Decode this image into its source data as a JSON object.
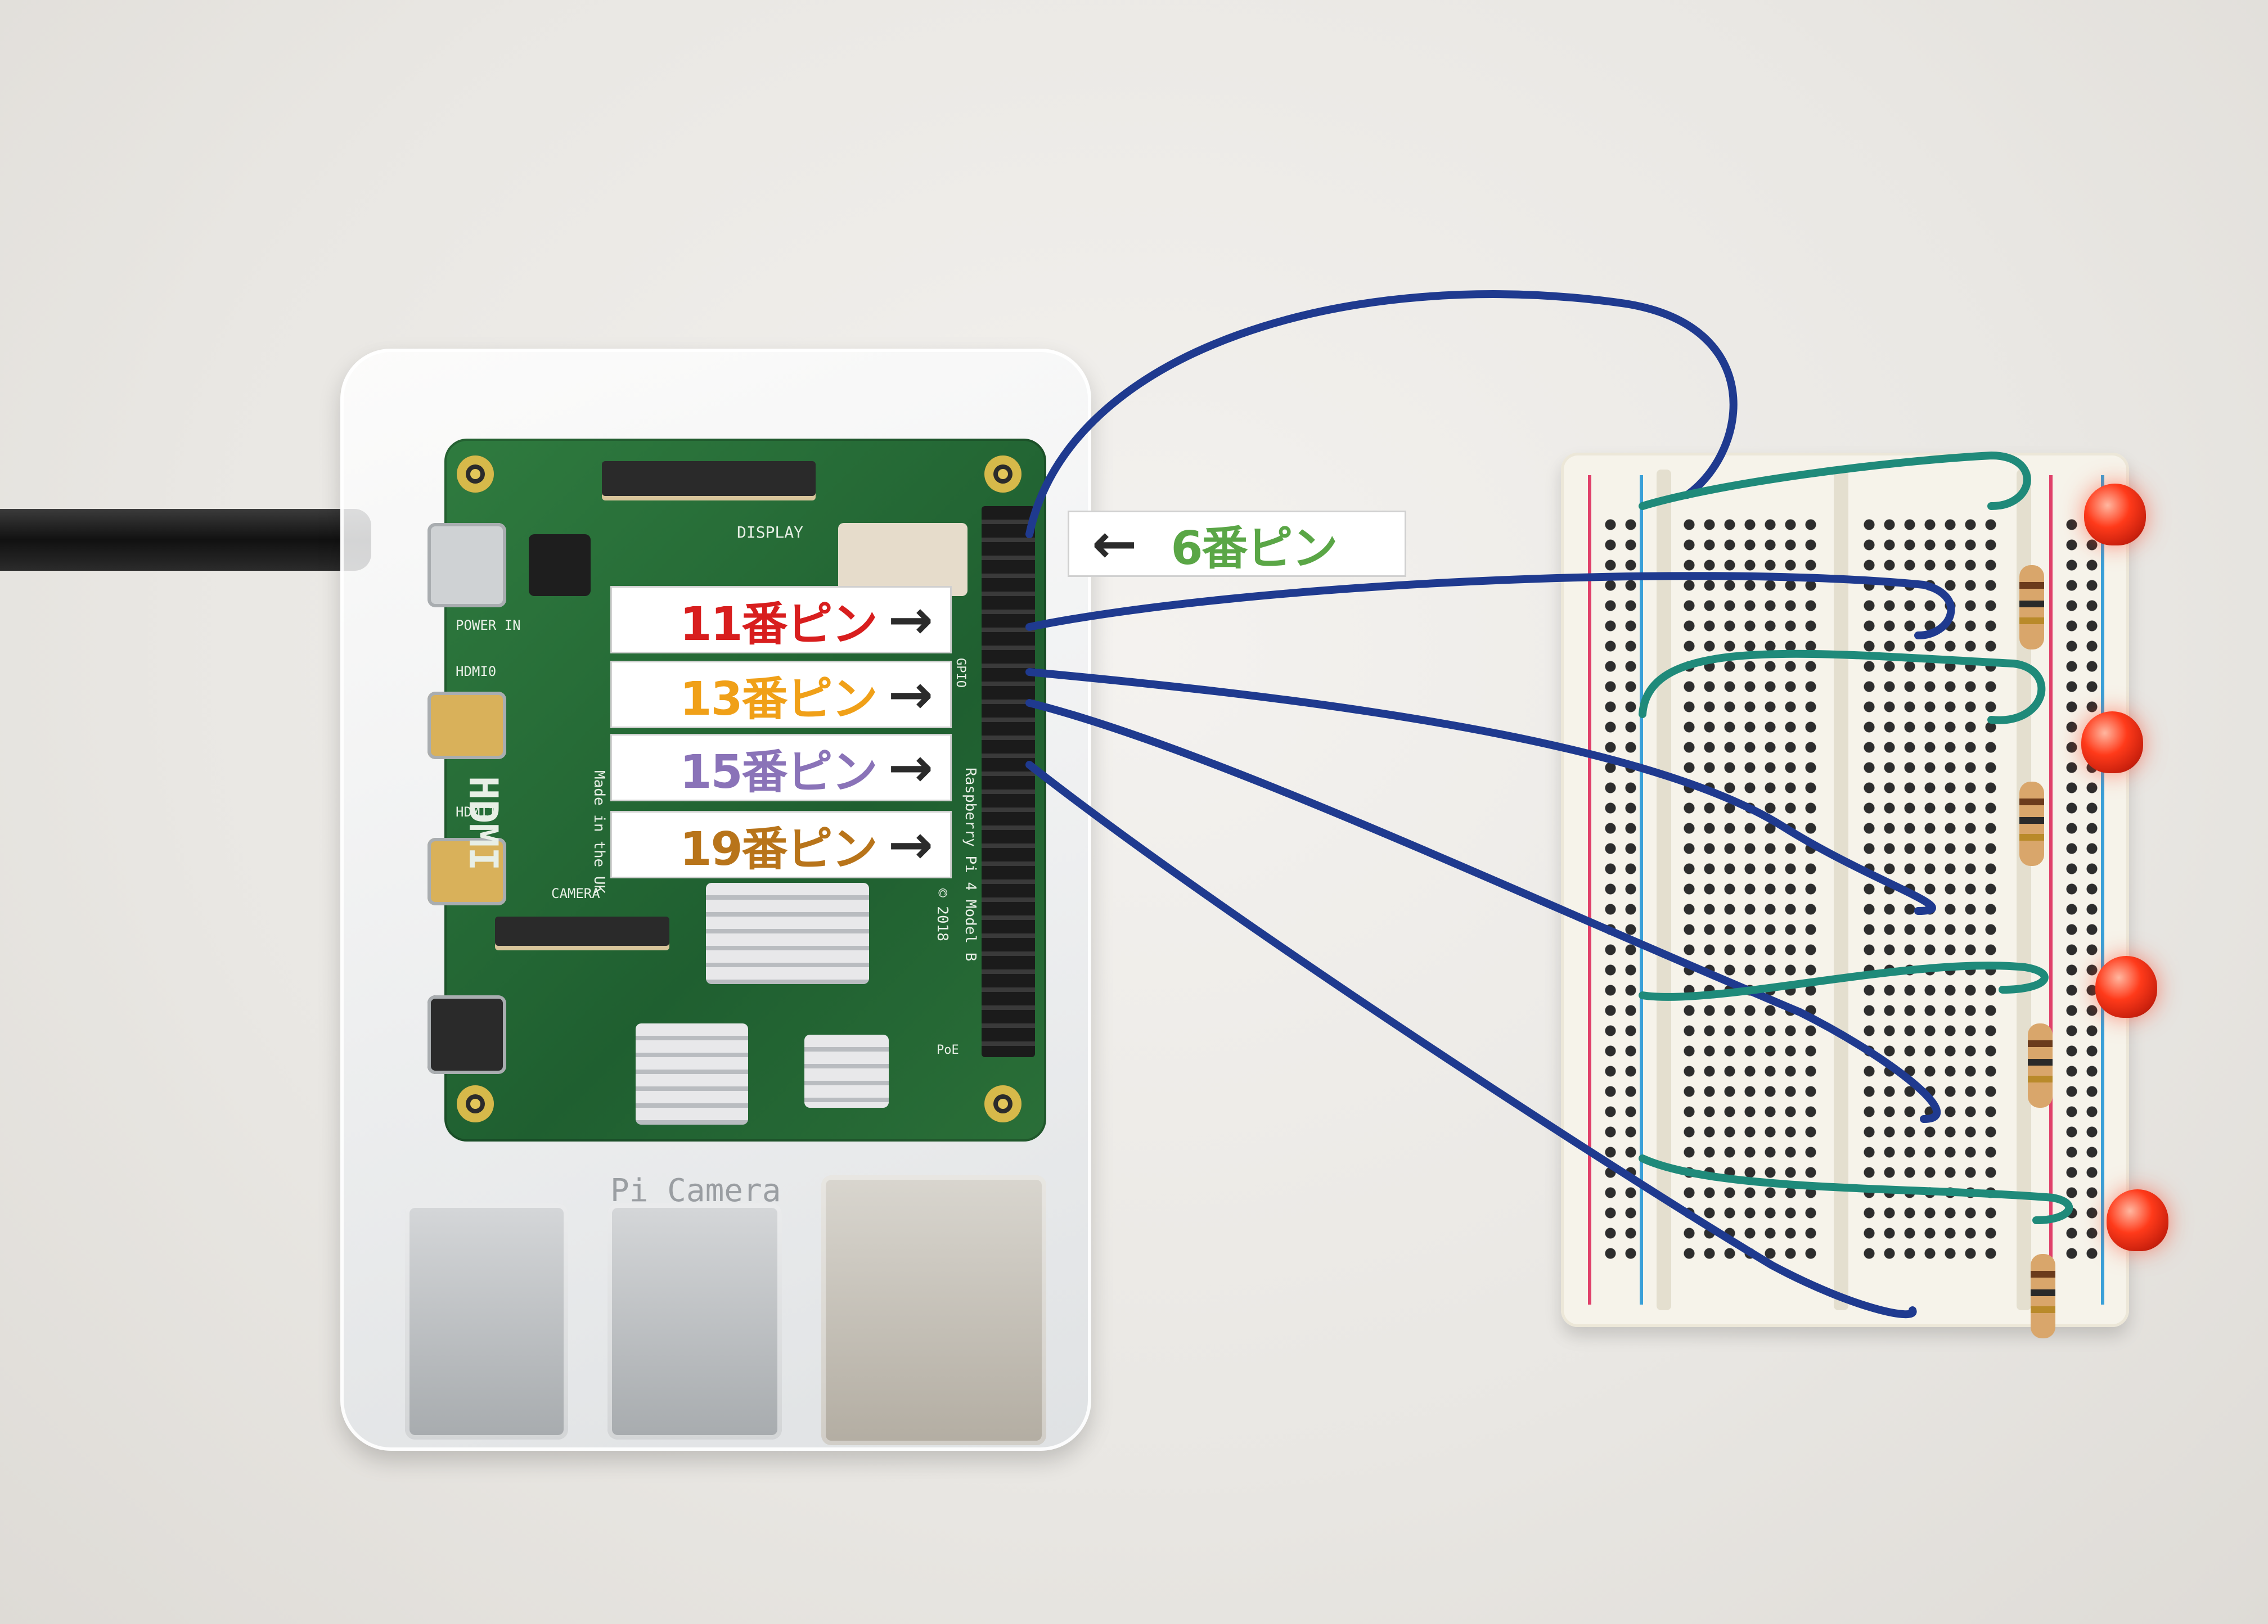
{
  "labels": {
    "pin6": {
      "text": "6番ピン",
      "arrow": "←",
      "color": "#5aa646"
    },
    "pin11": {
      "text": "11番ピン",
      "arrow": "→",
      "color": "#d81e1e"
    },
    "pin13": {
      "text": "13番ピン",
      "arrow": "→",
      "color": "#f0a018"
    },
    "pin15": {
      "text": "15番ピン",
      "arrow": "→",
      "color": "#8a73b8"
    },
    "pin19": {
      "text": "19番ピン",
      "arrow": "→",
      "color": "#b8741a"
    }
  },
  "board_silkscreen": {
    "display": "DISPLAY",
    "power_in": "POWER IN",
    "hdmi0": "HDMI0",
    "hdmi1": "HDMI1",
    "camera": "CAMERA",
    "hdmi": "HDMI",
    "made_in": "Made in the UK",
    "model": "Raspberry Pi 4 Model B",
    "year": "© 2018",
    "gpio": "GPIO",
    "poe": "PoE",
    "pi_camera": "Pi Camera"
  },
  "colors": {
    "wire_blue": "#1f3a8f",
    "wire_green": "#1f8a7a",
    "rail_red": "#e0406a",
    "rail_blue": "#3aa0d8"
  },
  "icons": [
    "raspberry-pi-board",
    "breadboard",
    "led",
    "resistor",
    "jumper-wire",
    "usb-c-cable"
  ]
}
